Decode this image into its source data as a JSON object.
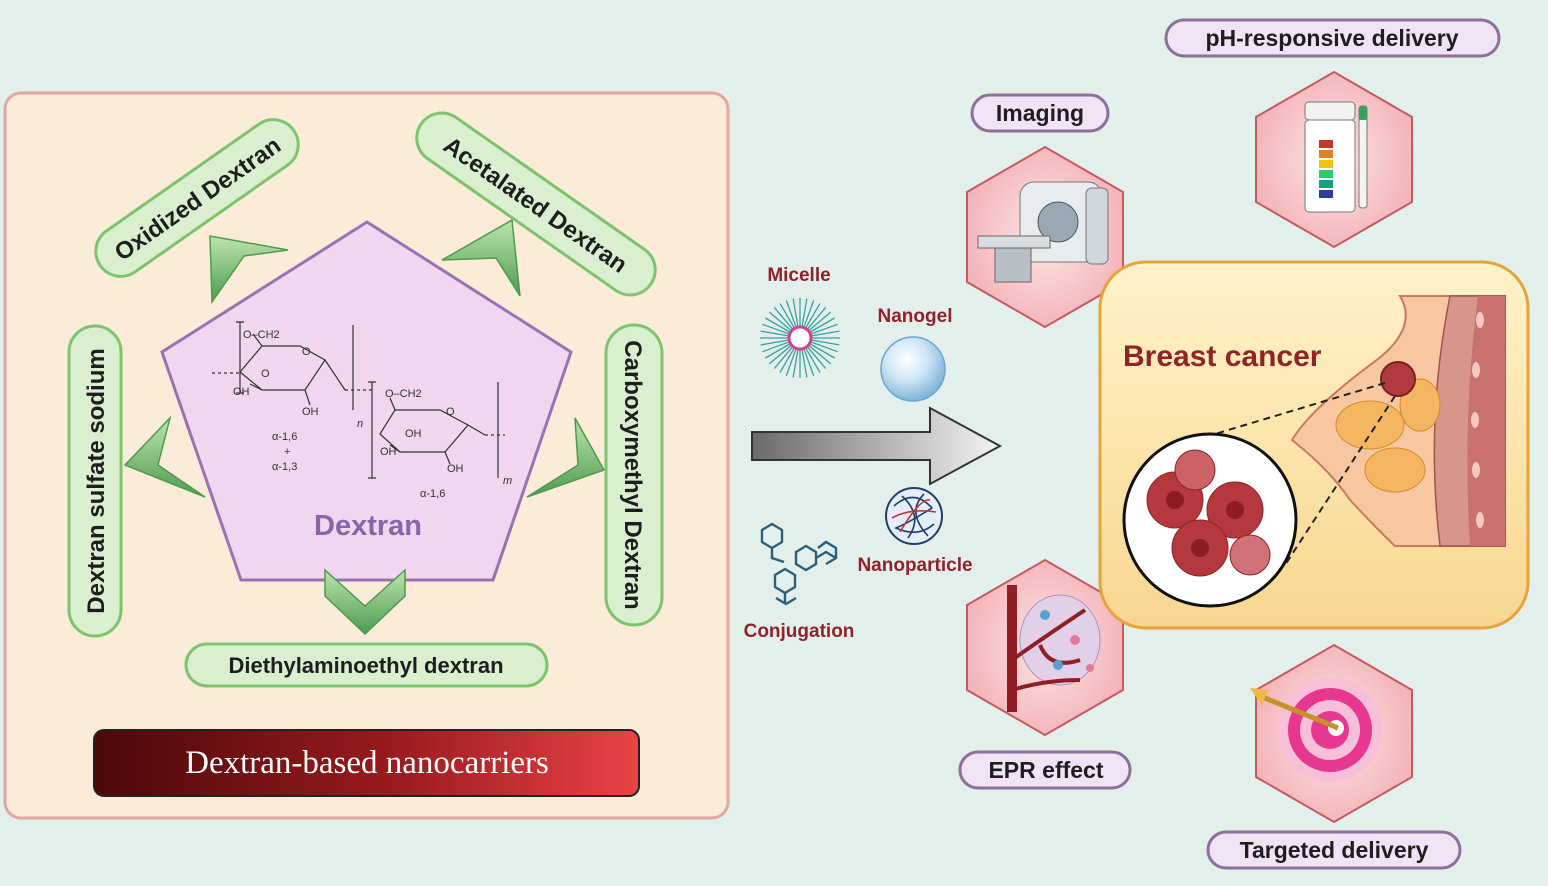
{
  "left_panel": {
    "center_label": "Dextran",
    "derivatives": {
      "oxidized": "Oxidized Dextran",
      "acetalated": "Acetalated Dextran",
      "sulfate": "Dextran sulfate sodium",
      "carboxymethyl": "Carboxymethyl Dextran",
      "deae": "Diethylaminoethyl dextran"
    },
    "structure": {
      "group_left": "O–CH2",
      "group_right": "O–CH2",
      "ring_o": "O",
      "oh": "OH",
      "linkage_left_1": "α-1,6",
      "linkage_plus": "+",
      "linkage_left_2": "α-1,3",
      "linkage_right": "α-1,6",
      "sub_n": "n",
      "sub_m": "m"
    },
    "banner": "Dextran-based nanocarriers"
  },
  "carriers": {
    "micelle": "Micelle",
    "nanogel": "Nanogel",
    "nanoparticle": "Nanoparticle",
    "conjugation": "Conjugation"
  },
  "right_panel": {
    "breast_cancer": "Breast cancer",
    "imaging": "Imaging",
    "ph_delivery": "pH-responsive delivery",
    "epr": "EPR effect",
    "targeted": "Targeted delivery"
  },
  "colors": {
    "panel_bg": "#fbecd9",
    "panel_border": "#e3a6a0",
    "green": "#7dc46d",
    "green_fill": "#d9efcf",
    "pentagon_fill": "#f0d6ee",
    "pentagon_border": "#9a72b4",
    "hex_fill": "#f5b9bd",
    "pill_fill": "#efe3f5",
    "pill_border": "#8c7099",
    "cancer_text": "#8f2328",
    "banner_dark": "#5a0a0c",
    "banner_light": "#e7383c"
  }
}
